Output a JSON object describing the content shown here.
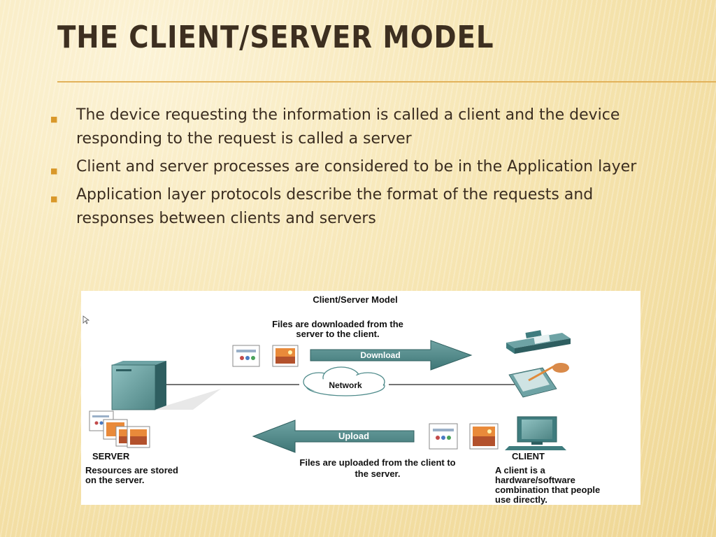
{
  "slide": {
    "title": "THE CLIENT/SERVER MODEL",
    "accent_color": "#e2b25b",
    "bullet_icon": "square-bullet-icon",
    "bullets": [
      "The device requesting the information is called a client and the device responding to the request is called a server",
      "Client and server processes are considered to be in the Application layer",
      "Application layer protocols describe the format of the requests and responses between clients and servers"
    ]
  },
  "diagram": {
    "title": "Client/Server Model",
    "download_caption_line1": "Files are downloaded from the",
    "download_caption_line2": "server to the client.",
    "download_label": "Download",
    "network_label": "Network",
    "upload_label": "Upload",
    "upload_caption_line1": "Files are uploaded from the client to",
    "upload_caption_line2": "the server.",
    "server_label": "SERVER",
    "server_caption_line1": "Resources are stored",
    "server_caption_line2": "on the server.",
    "client_label": "CLIENT",
    "client_caption_line1": "A client is a",
    "client_caption_line2": "hardware/software",
    "client_caption_line3": "combination that people",
    "client_caption_line4": "use directly.",
    "arrow_color": "#4f8b8b",
    "device_color": "#3f7c7e"
  }
}
